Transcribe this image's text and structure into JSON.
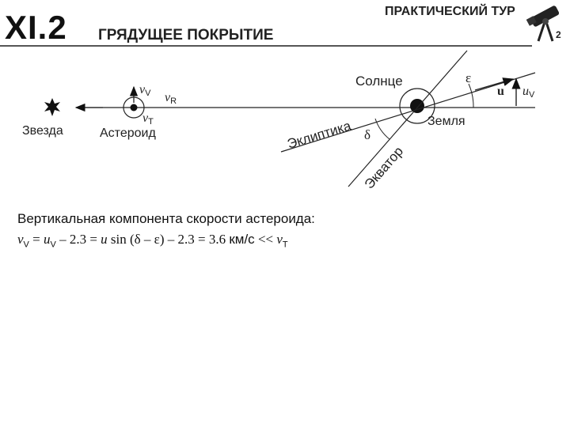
{
  "header": {
    "slide_number": "XI.2",
    "title": "ГРЯДУЩЕЕ ПОКРЫТИЕ",
    "tour_label": "ПРАКТИЧЕСКИЙ ТУР"
  },
  "diagram": {
    "labels": {
      "star": "Звезда",
      "asteroid": "Астероид",
      "sun": "Солнце",
      "earth": "Земля",
      "ecliptic": "Эклиптика",
      "equator": "Экватор",
      "epsilon": "ε",
      "delta": "δ",
      "u": "u",
      "uV_sym": "u",
      "uV_sub": "V",
      "vV_sym": "v",
      "vV_sub": "V",
      "vR_sym": "v",
      "vR_sub": "R",
      "vT_sym": "v",
      "vT_sub": "T"
    }
  },
  "text": {
    "line1": "Вертикальная компонента скорости астероида:",
    "eq": {
      "v_sym": "v",
      "v_sub": "V",
      "p1": " = ",
      "u_sym": "u",
      "u_sub": "V",
      "p2": " – 2.3 = ",
      "u2": "u",
      "p3": " sin (δ – ε) – 2.3 = 3.6 ",
      "unit": "км/с",
      "p4": " << ",
      "vt_sym": "v",
      "vt_sub": "T"
    }
  }
}
